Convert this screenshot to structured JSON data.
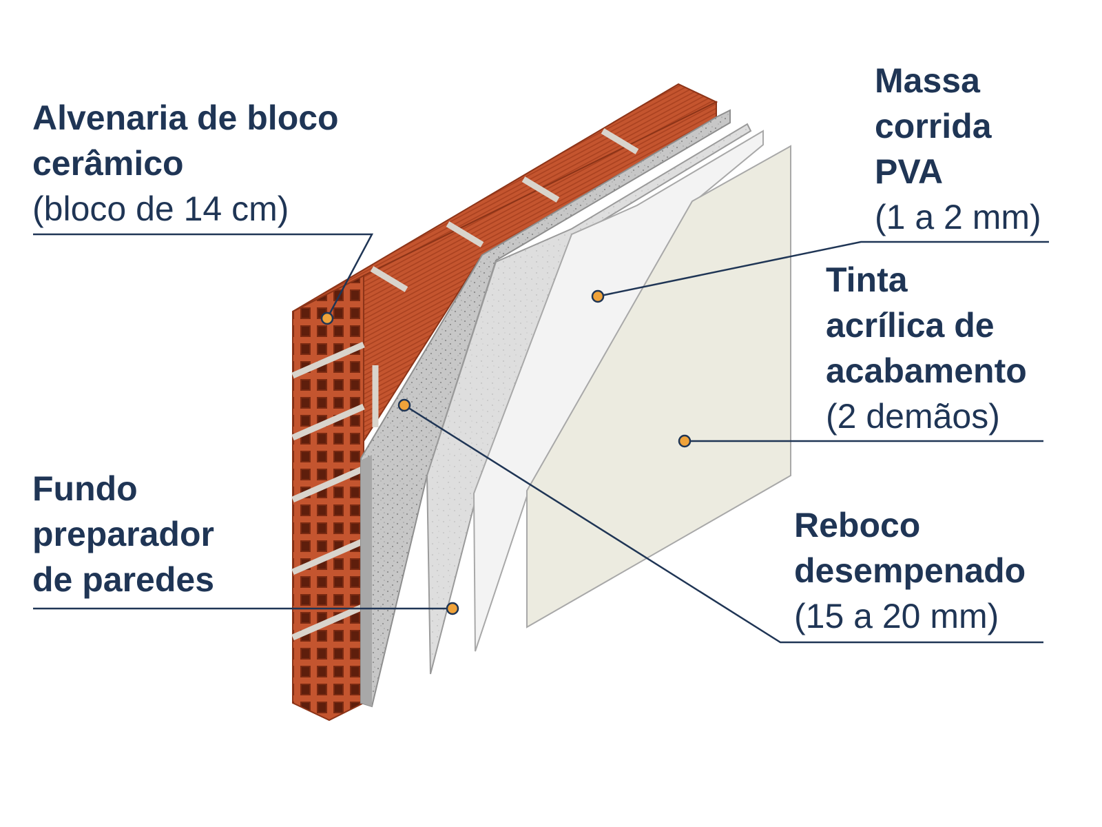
{
  "colors": {
    "text": "#1f3555",
    "leader": "#1f3555",
    "marker": "#f0a33a",
    "brick": "#c4552f",
    "brick_dark": "#8c3418",
    "mortar": "#d9d4cc",
    "plaster": "#c9c9c9",
    "primer": "#dcdcdc",
    "putty": "#f2f2f2",
    "paint": "#ecebe0"
  },
  "labels": {
    "alvenaria": {
      "lines": [
        "Alvenaria de bloco",
        "cerâmico"
      ],
      "note": "(bloco de 14 cm)"
    },
    "massa": {
      "lines": [
        "Massa",
        "corrida",
        "PVA"
      ],
      "note": "(1 a 2 mm)"
    },
    "tinta": {
      "lines": [
        "Tinta",
        "acrílica de",
        "acabamento"
      ],
      "note": "(2 demãos)"
    },
    "fundo": {
      "lines": [
        "Fundo",
        "preparador",
        "de paredes"
      ]
    },
    "reboco": {
      "lines": [
        "Reboco",
        "desempenado"
      ],
      "note": "(15 a 20 mm)"
    }
  }
}
